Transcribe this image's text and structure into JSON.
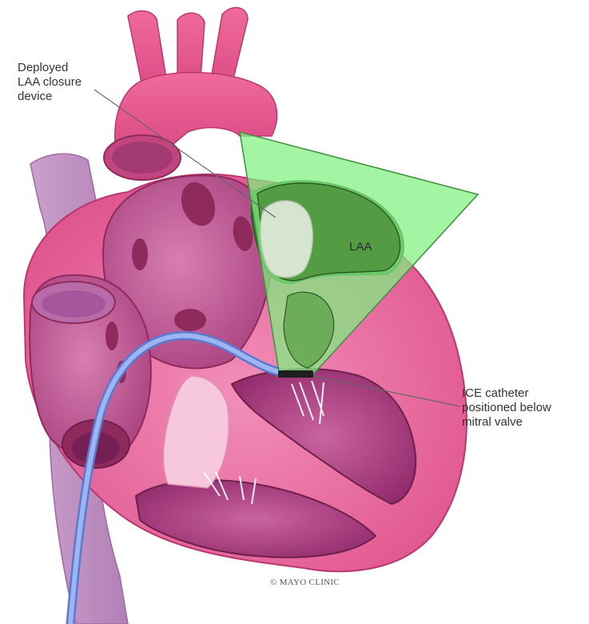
{
  "labels": {
    "device": [
      "Deployed",
      "LAA closure",
      "device"
    ],
    "laa": "LAA",
    "ice": [
      "ICE catheter",
      "positioned below",
      "mitral valve"
    ]
  },
  "copyright": "© MAYO CLINIC",
  "colors": {
    "heart_pink": "#e8669a",
    "heart_light": "#f08cb5",
    "chamber_purple": "#b34a88",
    "vessel_purple": "#c08cc0",
    "ultrasound_green": "#7ff07f",
    "catheter_blue": "#7f9fe6",
    "device_white": "#e0eadb"
  }
}
